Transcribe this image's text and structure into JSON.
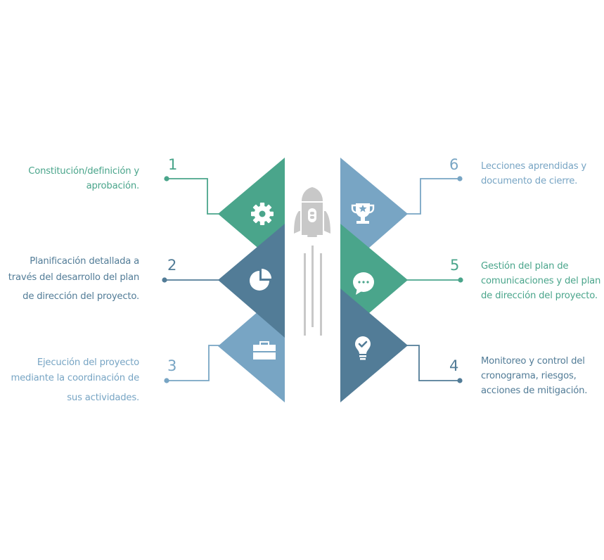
{
  "colors": {
    "green": "#4aa58b",
    "dark_blue": "#527c97",
    "light_blue": "#78a5c4",
    "rocket_gray": "#c8c8c8",
    "icon_white": "#ffffff"
  },
  "center_icon": "rocket-icon",
  "steps": [
    {
      "number": "1",
      "text_lines": [
        "Constitución/definición y",
        "aprobación."
      ],
      "icon": "gear-icon",
      "color": "green",
      "side": "left"
    },
    {
      "number": "2",
      "text_lines": [
        "Planificación detallada a",
        "través del desarrollo del plan",
        "de dirección del proyecto."
      ],
      "icon": "pie-chart-icon",
      "color": "dark_blue",
      "side": "left"
    },
    {
      "number": "3",
      "text_lines": [
        "Ejecución del proyecto",
        "mediante la coordinación de",
        "sus actividades."
      ],
      "icon": "briefcase-icon",
      "color": "light_blue",
      "side": "left"
    },
    {
      "number": "4",
      "text_lines": [
        "Monitoreo y control del",
        "cronograma, riesgos,",
        "acciones de mitigación."
      ],
      "icon": "lightbulb-check-icon",
      "color": "dark_blue",
      "side": "right"
    },
    {
      "number": "5",
      "text_lines": [
        "Gestión del plan de",
        "comunicaciones y del plan",
        "de dirección del proyecto."
      ],
      "icon": "chat-bubble-icon",
      "color": "green",
      "side": "right"
    },
    {
      "number": "6",
      "text_lines": [
        "Lecciones aprendidas y",
        "documento de cierre."
      ],
      "icon": "trophy-icon",
      "color": "light_blue",
      "side": "right"
    }
  ]
}
